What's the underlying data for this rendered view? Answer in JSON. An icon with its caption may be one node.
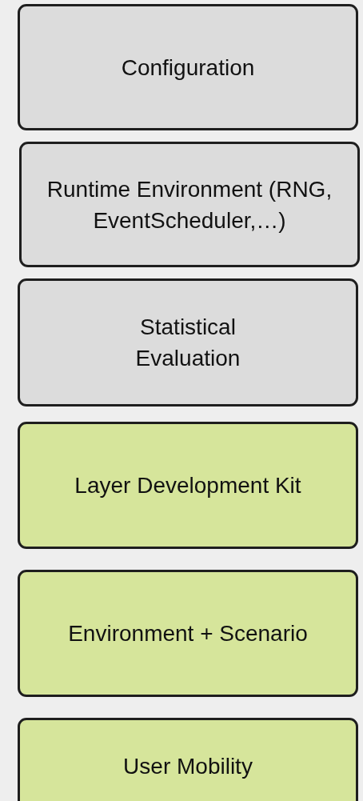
{
  "diagram": {
    "nodes": [
      {
        "text": [
          "Configuration"
        ]
      },
      {
        "text": [
          "Runtime Environment (RNG, EventScheduler,…)"
        ]
      },
      {
        "text": [
          "Statistical Evaluation"
        ]
      },
      {
        "text": [
          "Layer Development Kit"
        ]
      },
      {
        "text": [
          "Environment + Scenario"
        ]
      },
      {
        "text": [
          "User Mobility"
        ]
      }
    ]
  }
}
